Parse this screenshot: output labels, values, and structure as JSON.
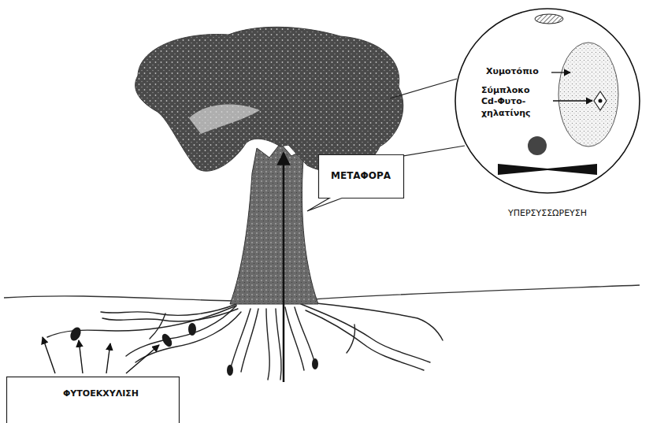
{
  "diagram": {
    "nodes": [
      {
        "text": [
          "Χυμοτόπιο",
          "Σύμπλοκο Cd-Φυτο- χηλατίνης",
          "ΥΠΕΡΣΥΣΣΩΡΕΥΣΗ"
        ]
      },
      {
        "text": [
          "ΜΕΤΑΦΟΡΑ"
        ]
      },
      {
        "text": [
          "ΦΥΤΟΕΚΧΥΛΙΣΗ"
        ]
      }
    ]
  }
}
